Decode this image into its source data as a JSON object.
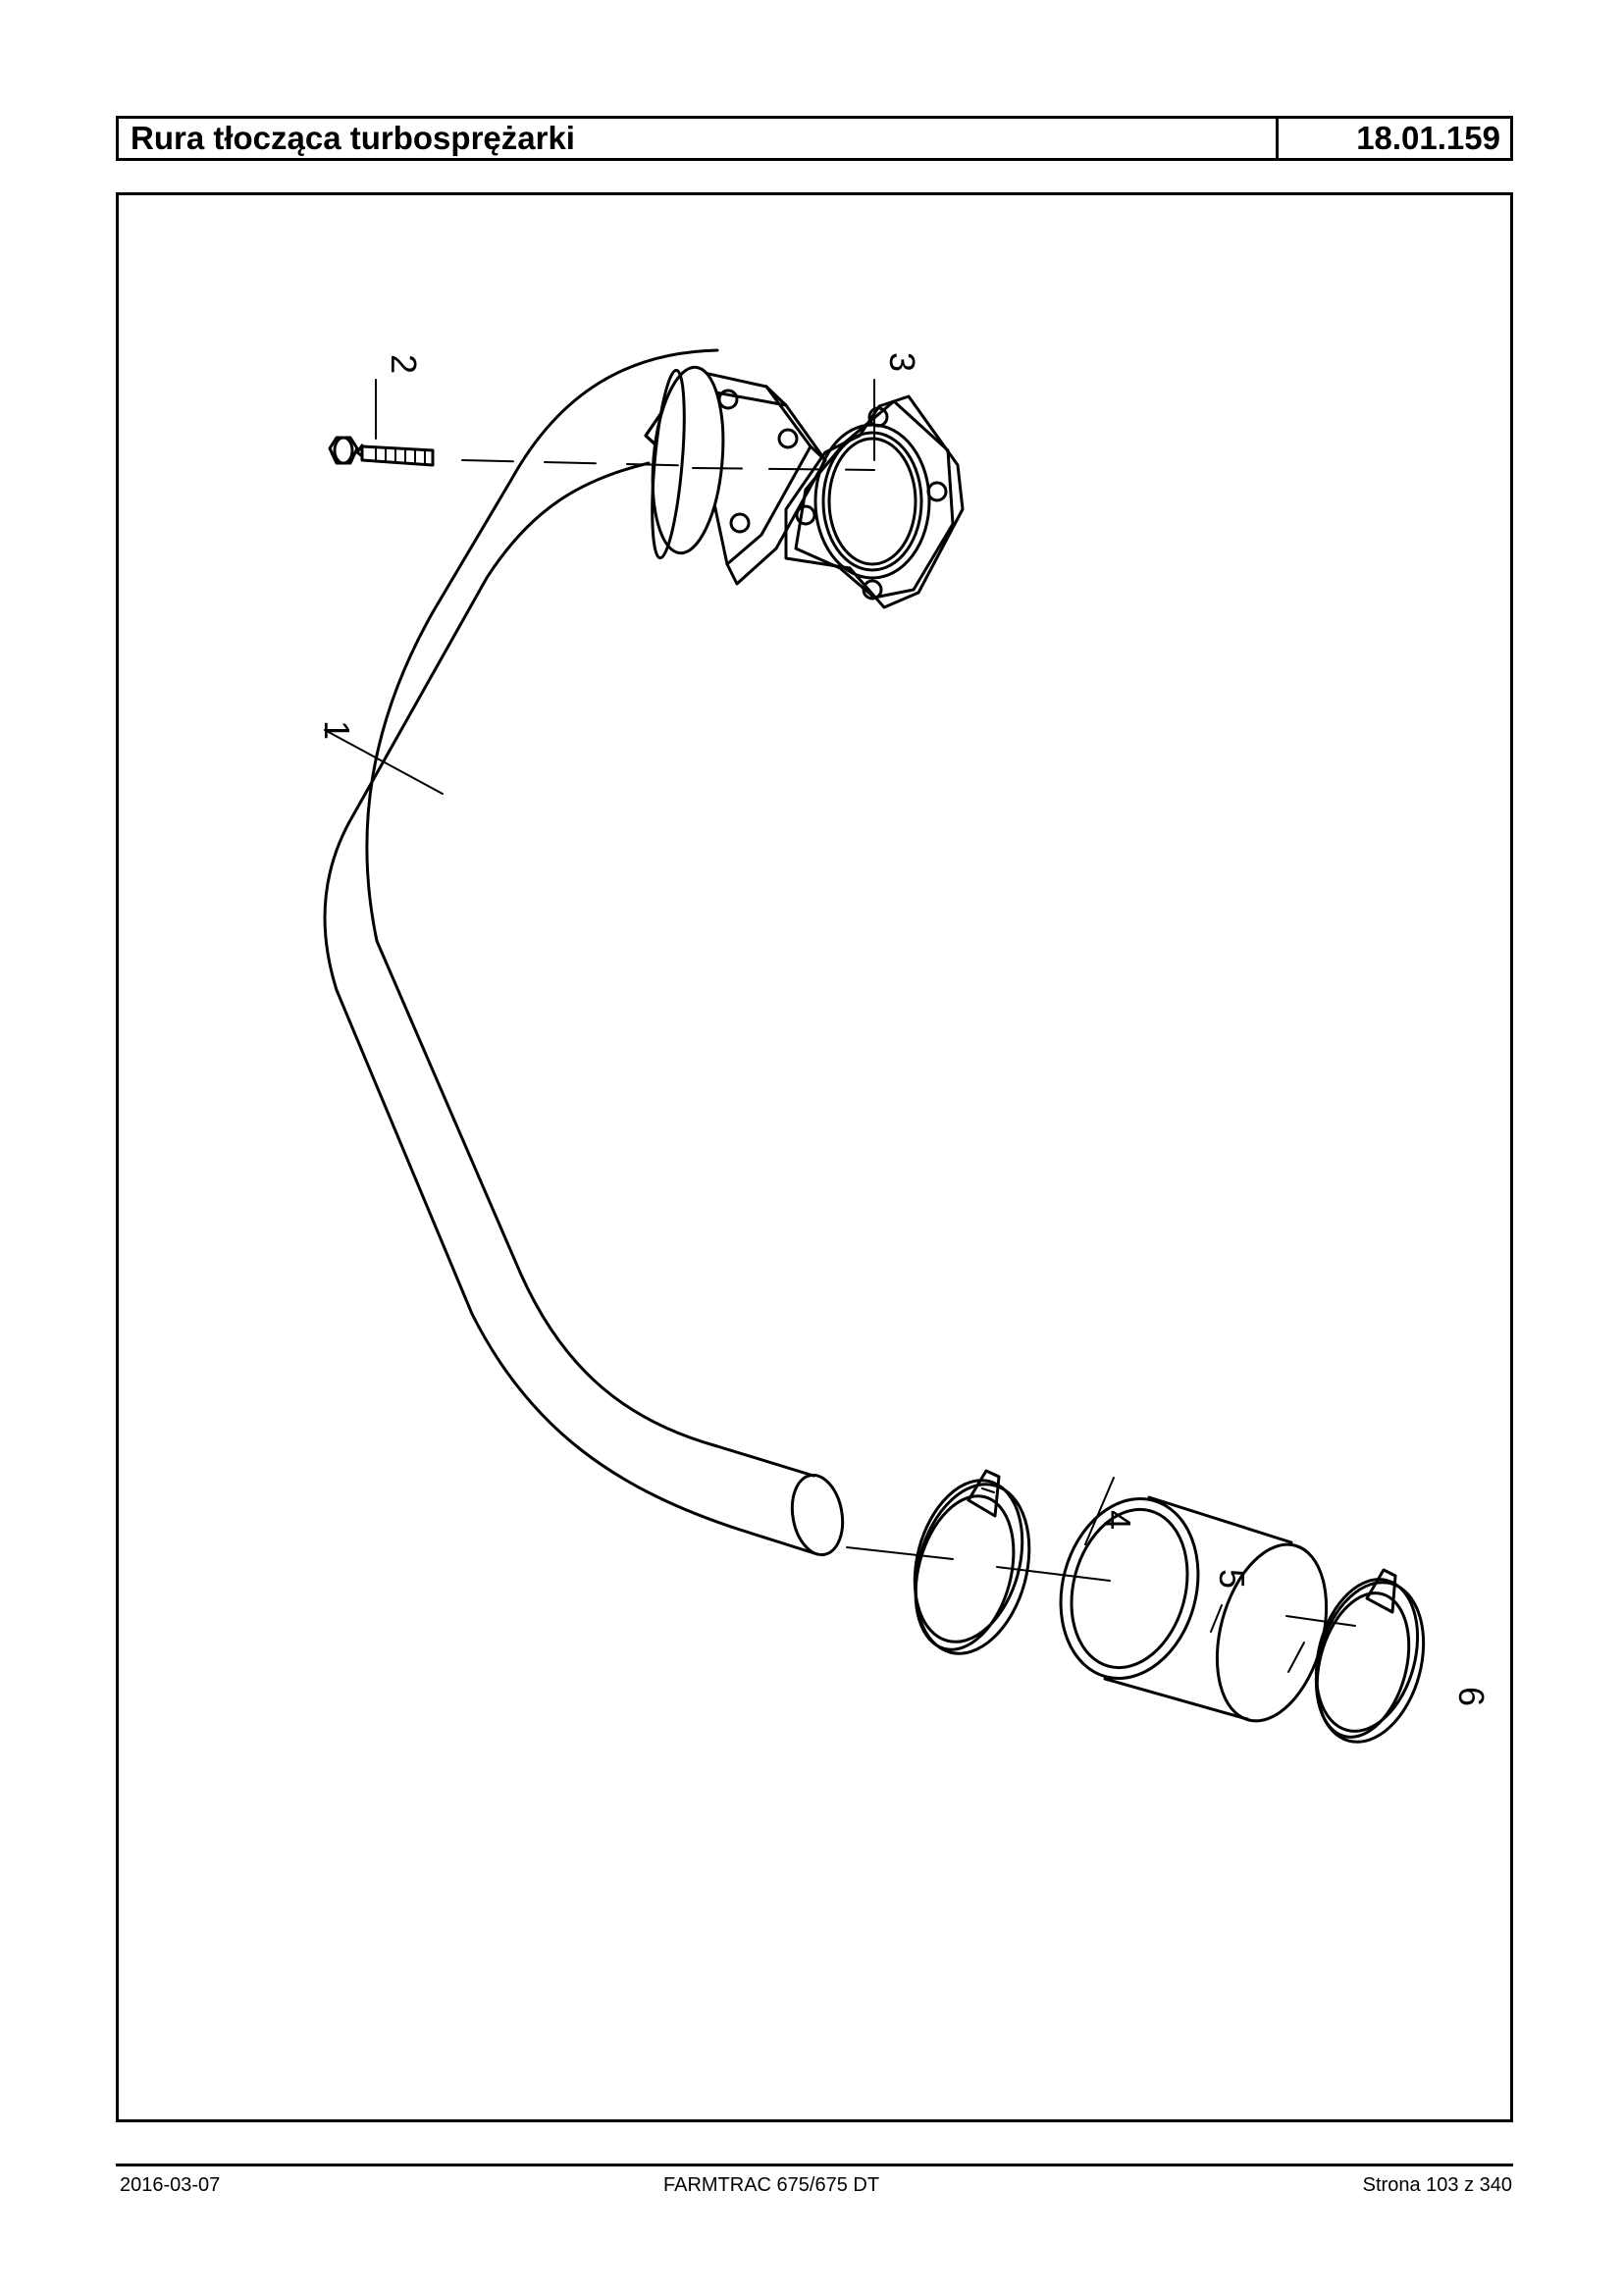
{
  "header": {
    "title": "Rura tłocząca turbosprężarki",
    "code": "18.01.159"
  },
  "diagram": {
    "callouts": [
      "1",
      "2",
      "3",
      "4",
      "5",
      "6"
    ]
  },
  "footer": {
    "date": "2016-03-07",
    "model": "FARMTRAC 675/675 DT",
    "page": "Strona 103 z 340"
  }
}
